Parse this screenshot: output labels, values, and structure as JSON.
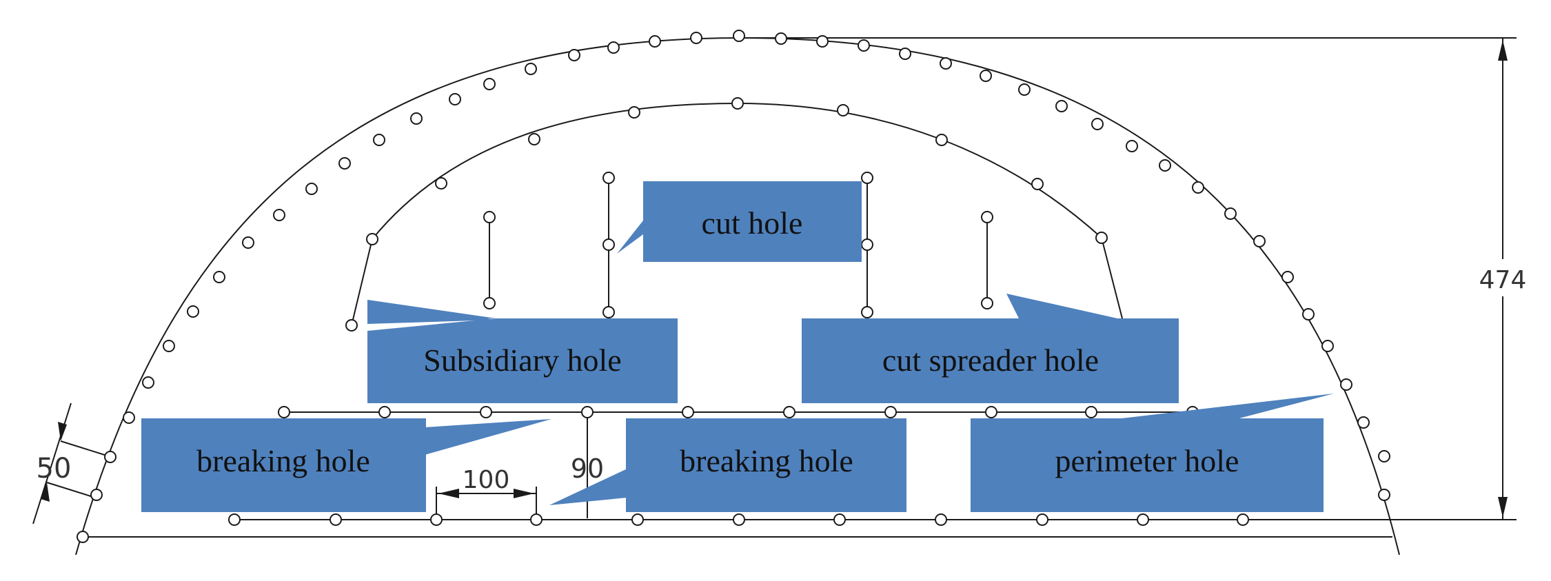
{
  "diagram": {
    "dimensions": {
      "height": "474",
      "hole_offset": "50",
      "hole_spacing": "100",
      "row_spacing": "90"
    },
    "labels": {
      "cut_hole": "cut hole",
      "subsidiary_hole": "Subsidiary hole",
      "cut_spreader_hole": "cut spreader hole",
      "breaking_hole_left": "breaking hole",
      "breaking_hole_center": "breaking hole",
      "perimeter_hole": "perimeter hole"
    },
    "colors": {
      "callout_fill": "#4f81bd",
      "line": "#1a1a1a"
    }
  }
}
